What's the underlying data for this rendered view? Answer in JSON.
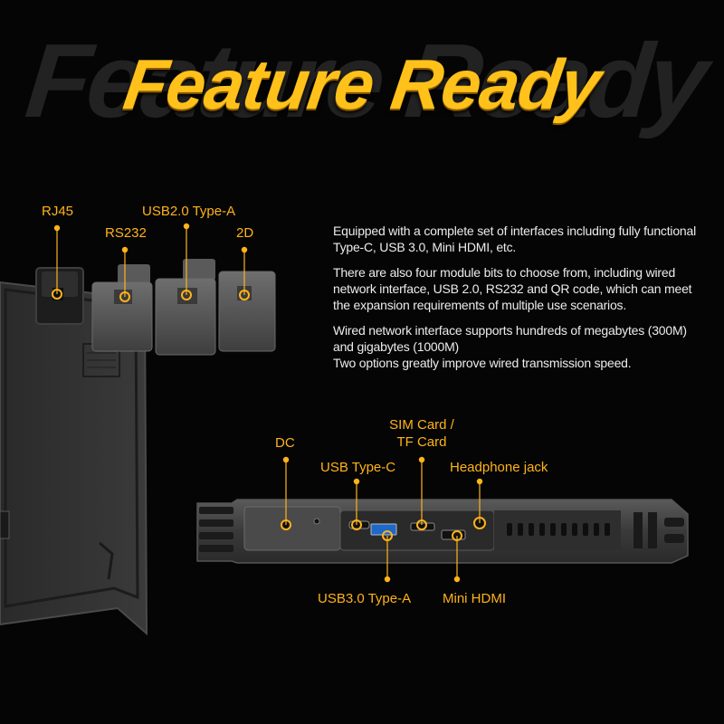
{
  "background_word": "Feature Ready",
  "headline": "Feature Ready",
  "colors": {
    "accent": "#ffb31a",
    "headline": "#ffc11a",
    "background": "#050505",
    "text": "#ececec"
  },
  "paragraphs": [
    "Equipped with a complete set of interfaces including fully functional Type-C, USB 3.0, Mini HDMI, etc.",
    "There are also four module bits to choose from, including wired network interface, USB 2.0, RS232 and QR code, which can meet the expansion requirements of multiple use scenarios.",
    "Wired network interface supports hundreds of megabytes (300M) and gigabytes (1000M)",
    "Two options greatly improve wired transmission speed."
  ],
  "module_labels": {
    "rj45": "RJ45",
    "rs232": "RS232",
    "usb2": "USB2.0 Type-A",
    "qr2d": "2D"
  },
  "port_labels": {
    "dc": "DC",
    "usbc": "USB Type-C",
    "sim_line1": "SIM Card /",
    "sim_line2": "TF Card",
    "headphone": "Headphone jack",
    "usb3": "USB3.0 Type-A",
    "hdmi": "Mini HDMI"
  }
}
